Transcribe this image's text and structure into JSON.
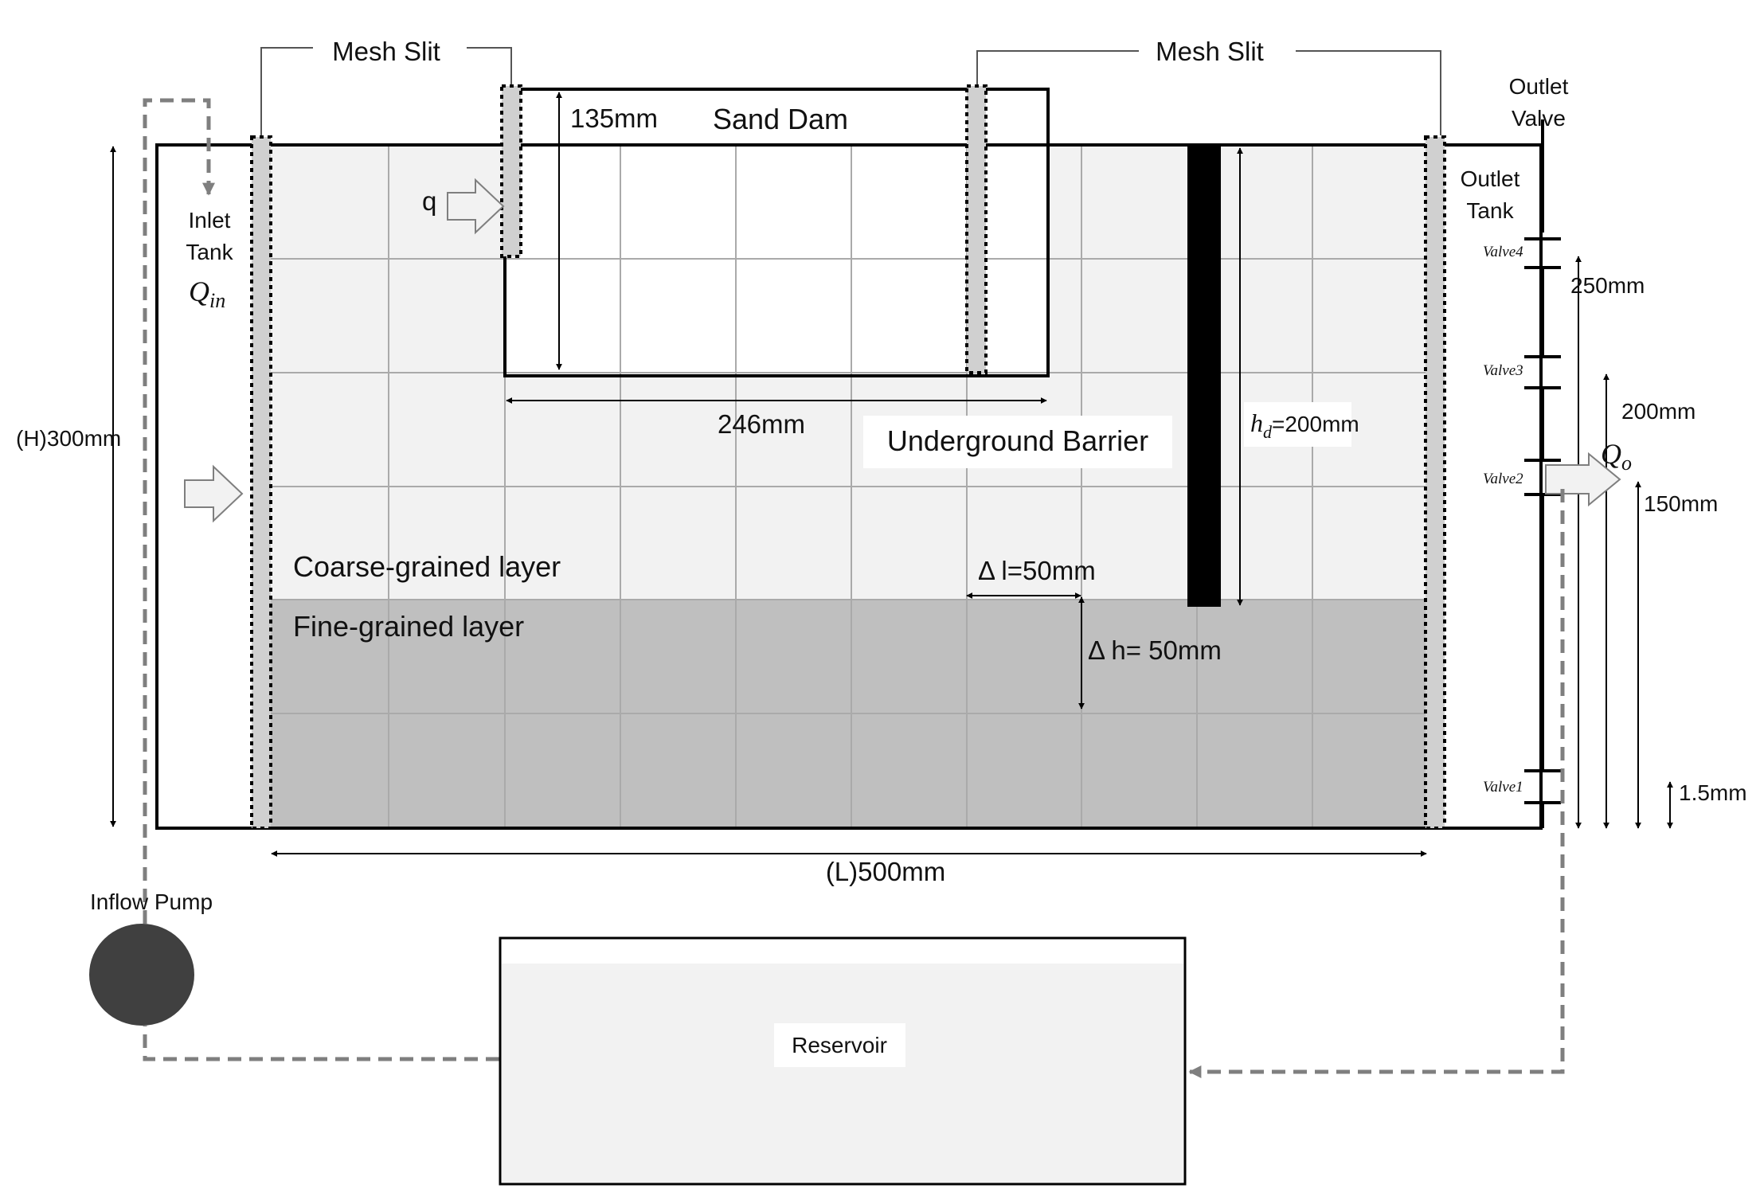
{
  "labels": {
    "mesh_slit_left": "Mesh Slit",
    "mesh_slit_right": "Mesh Slit",
    "sand_dam": "Sand Dam",
    "dam_height": "135mm",
    "dam_length": "246mm",
    "inflow_q": "q",
    "inlet_tank_line1": "Inlet",
    "inlet_tank_line2": "Tank",
    "inlet_flow_main": "Q",
    "inlet_flow_sub": "in",
    "outlet_valve_line1": "Outlet",
    "outlet_valve_line2": "Valve",
    "outlet_tank_line1": "Outlet",
    "outlet_tank_line2": "Tank",
    "height_total": "(H)300mm",
    "length_total": "(L)500mm",
    "underground_barrier": "Underground Barrier",
    "barrier_height_main": "h",
    "barrier_height_sub": "d",
    "barrier_height_value": "=200mm",
    "coarse_layer": "Coarse-grained layer",
    "fine_layer": "Fine-grained layer",
    "delta_l": "Δ l=50mm",
    "delta_h": "Δ h= 50mm",
    "outflow_main": "Q",
    "outflow_sub": "o",
    "valve4": "Valve4",
    "valve3": "Valve3",
    "valve2": "Valve2",
    "valve1": "Valve1",
    "dim_250": "250mm",
    "dim_200": "200mm",
    "dim_150": "150mm",
    "dim_1_5": "1.5mm",
    "inflow_pump": "Inflow Pump",
    "reservoir": "Reservoir"
  },
  "colors": {
    "coarse_layer": "#f2f2f2",
    "fine_layer": "#bfbfbf",
    "grid": "#aaaaaa",
    "mesh_fill": "#d0d0d0",
    "barrier": "#000000",
    "pump": "#404040",
    "pipe": "#7f7f7f",
    "arrow_fill": "#f2f2f2",
    "arrow_stroke": "#7f7f7f"
  }
}
